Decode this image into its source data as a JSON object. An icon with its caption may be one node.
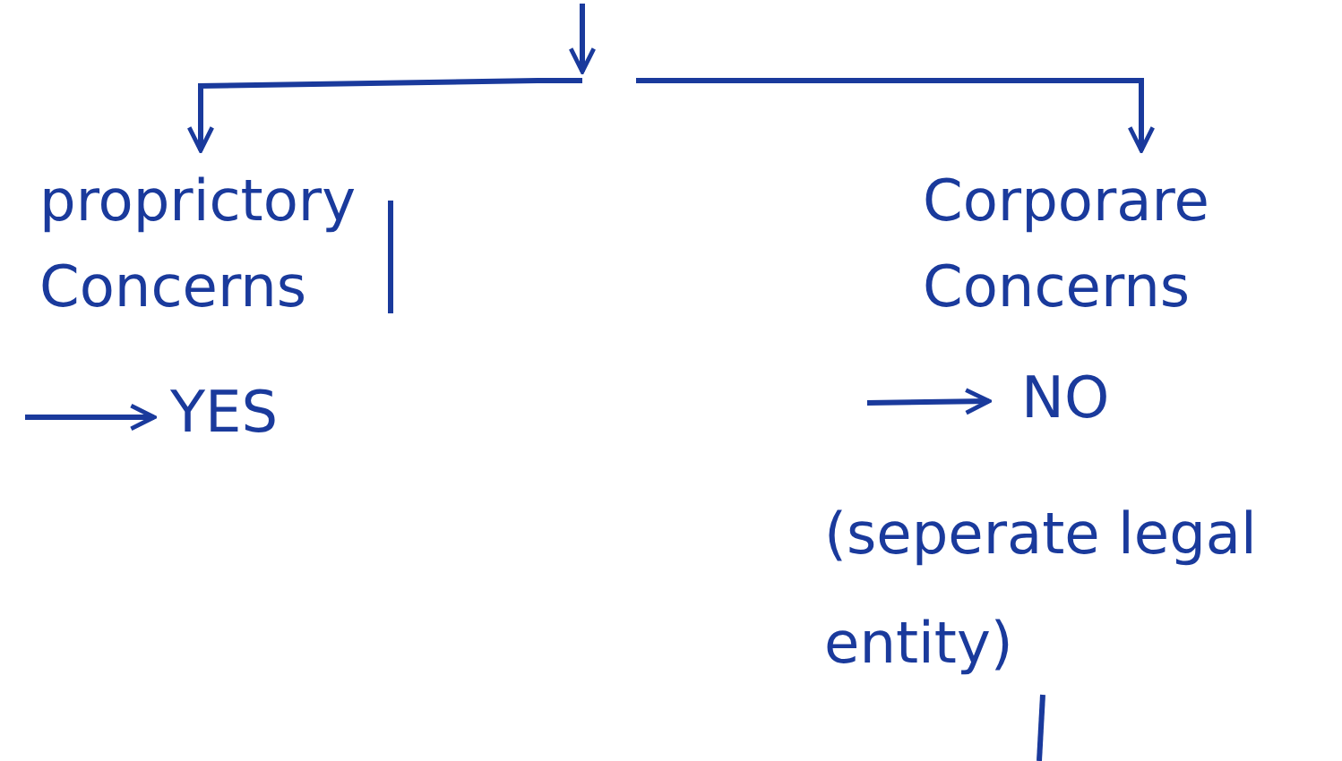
{
  "diagram": {
    "nodes": [
      {
        "text": [
          "proprictory Concerns"
        ]
      },
      {
        "text": [
          "Corporare Concerns"
        ]
      },
      {
        "text": [
          "YES"
        ]
      },
      {
        "text": [
          "NO"
        ],
        "beside": [
          "(seperate legal entity)"
        ]
      }
    ],
    "edges": [
      {
        "from": null,
        "to": 0,
        "arrow": "to"
      },
      {
        "from": null,
        "to": 1,
        "arrow": "to"
      },
      {
        "from": null,
        "to": 2,
        "arrow": "to"
      },
      {
        "from": null,
        "to": 3,
        "arrow": "to"
      }
    ]
  }
}
